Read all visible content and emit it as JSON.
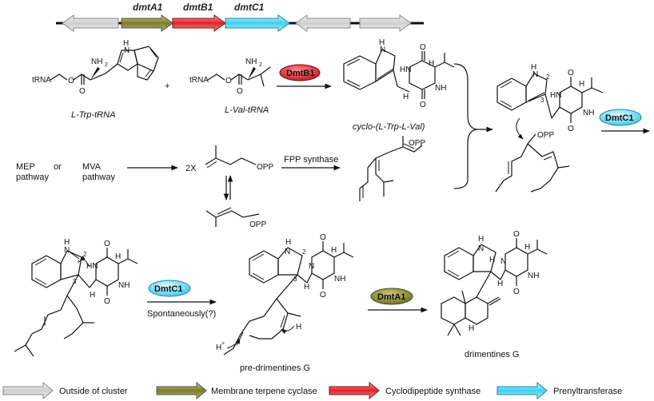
{
  "genes": {
    "dmtA1": "dmtA1",
    "dmtB1": "dmtB1",
    "dmtC1": "dmtC1"
  },
  "enzymes": {
    "DmtB1": "DmtB1",
    "DmtC1_top": "DmtC1",
    "DmtC1_bottom": "DmtC1",
    "DmtA1": "DmtA1"
  },
  "compounds": {
    "trp_trna": "L-Trp-tRNA",
    "val_trna": "L-Val-tRNA",
    "cyclo": "cyclo-(L-Trp-L-Val)",
    "pre_drimentines": "pre-drimentines  G",
    "drimentines": "drimentines  G"
  },
  "pathway": {
    "mep": "MEP",
    "mep_pathway": "pathway",
    "or": "or",
    "mva": "MVA",
    "mva_pathway": "pathway",
    "two_x": "2X",
    "fpp_synthase": "FPP synthase",
    "spontaneously": "Spontaneously(?)",
    "plus": "+"
  },
  "atoms": {
    "trna": "tRNA",
    "nh2": "NH",
    "nh2_sub": "2",
    "o": "O",
    "h": "H",
    "n": "N",
    "hn": "HN",
    "nh": "NH",
    "opp": "OPP",
    "two": "2",
    "three": "3",
    "plus": "+",
    "h_plus": "H"
  },
  "legend": [
    {
      "label": "Outside of cluster",
      "color": "#d9d9d9"
    },
    {
      "label": "Membrane terpene cyclase",
      "color": "#8a8a2e"
    },
    {
      "label": "Cyclodipeptide synthase",
      "color": "#e4262b"
    },
    {
      "label": "Prenyltransferase",
      "color": "#4fd3f0"
    }
  ]
}
